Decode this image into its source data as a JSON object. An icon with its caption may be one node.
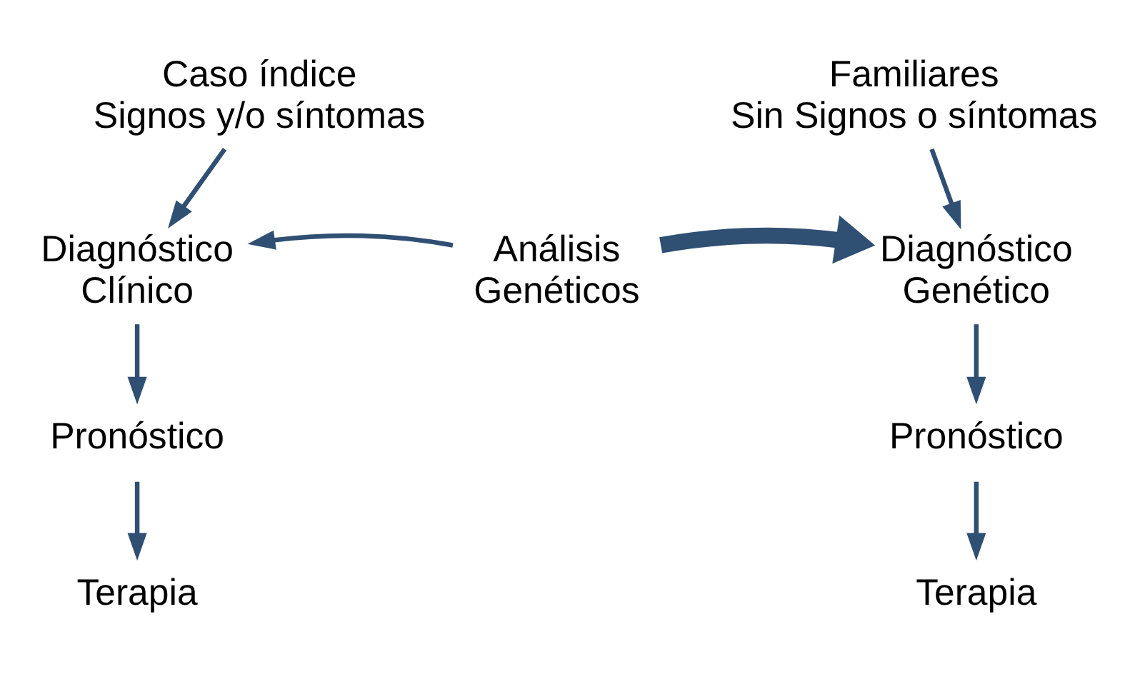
{
  "diagram": {
    "nodes": [
      {
        "text": [
          "Caso índice Signos y/o síntomas"
        ]
      },
      {
        "text": [
          "Diagnóstico Clínico"
        ]
      },
      {
        "text": [
          "Pronóstico"
        ]
      },
      {
        "text": [
          "Terapia"
        ]
      },
      {
        "text": [
          "Análisis Genéticos"
        ]
      },
      {
        "text": [
          "Familiares Sin Signos o síntomas"
        ]
      },
      {
        "text": [
          "Diagnóstico Genético"
        ]
      },
      {
        "text": [
          "Pronóstico"
        ]
      },
      {
        "text": [
          "Terapia"
        ]
      }
    ],
    "edges": [
      {
        "from": 0,
        "to": 1,
        "arrow": "to"
      },
      {
        "from": 1,
        "to": 2,
        "arrow": "to"
      },
      {
        "from": 2,
        "to": 3,
        "arrow": "to"
      },
      {
        "from": 4,
        "to": 1,
        "arrow": "to"
      },
      {
        "from": 4,
        "to": 6,
        "arrow": "to",
        "style": "thick"
      },
      {
        "from": 5,
        "to": 6,
        "arrow": "to"
      },
      {
        "from": 6,
        "to": 7,
        "arrow": "to"
      },
      {
        "from": 7,
        "to": 8,
        "arrow": "to"
      }
    ]
  }
}
